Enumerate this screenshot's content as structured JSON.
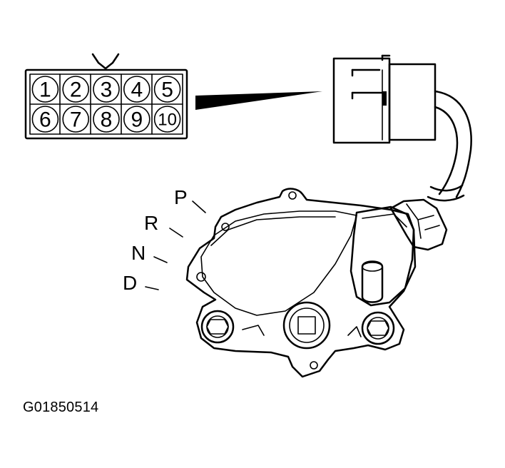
{
  "connector": {
    "pins": [
      "1",
      "2",
      "3",
      "4",
      "5",
      "6",
      "7",
      "8",
      "9",
      "10"
    ]
  },
  "positions": [
    "P",
    "R",
    "N",
    "D"
  ],
  "figure_id": "G01850514"
}
